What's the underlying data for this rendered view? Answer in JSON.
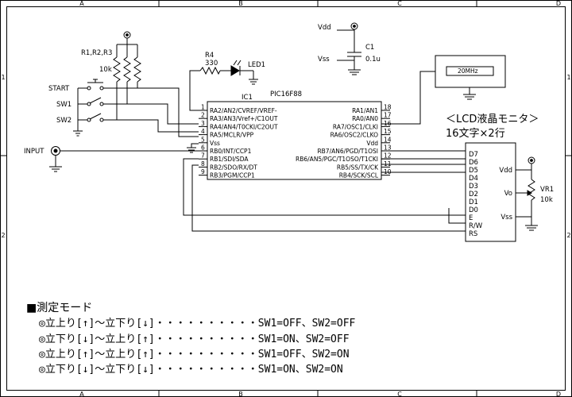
{
  "frame": {
    "col_labels": [
      "A",
      "B",
      "C",
      "D"
    ],
    "row_labels": [
      "1",
      "2"
    ]
  },
  "supplies": {
    "vdd": "Vdd",
    "vss": "Vss"
  },
  "components": {
    "resistor_network": {
      "ref": "R1,R2,R3",
      "value": "10k"
    },
    "r4": {
      "ref": "R4",
      "value": "330"
    },
    "led1": {
      "ref": "LED1"
    },
    "c1": {
      "ref": "C1",
      "value": "0.1u"
    },
    "crystal": {
      "value": "20MHz"
    },
    "vr1": {
      "ref": "VR1",
      "value": "10k"
    },
    "ic1": {
      "ref": "IC1",
      "part": "PIC16F88"
    }
  },
  "inputs": {
    "start": "START",
    "sw1": "SW1",
    "sw2": "SW2",
    "input": "INPUT"
  },
  "ic_pins_left": [
    {
      "num": "1",
      "name": "RA2/AN2/CVREF/VREF-"
    },
    {
      "num": "2",
      "name": "RA3/AN3/Vref+/C1OUT"
    },
    {
      "num": "3",
      "name": "RA4/AN4/T0CKI/C2OUT"
    },
    {
      "num": "4",
      "name": "RA5/MCLR/VPP"
    },
    {
      "num": "5",
      "name": "Vss"
    },
    {
      "num": "6",
      "name": "RB0/INT/CCP1"
    },
    {
      "num": "7",
      "name": "RB1/SDI/SDA"
    },
    {
      "num": "8",
      "name": "RB2/SDO/RX/DT"
    },
    {
      "num": "9",
      "name": "RB3/PGM/CCP1"
    }
  ],
  "ic_pins_right": [
    {
      "num": "18",
      "name": "RA1/AN1"
    },
    {
      "num": "17",
      "name": "RA0/AN0"
    },
    {
      "num": "16",
      "name": "RA7/OSC1/CLKI"
    },
    {
      "num": "15",
      "name": "RA6/OSC2/CLKO"
    },
    {
      "num": "14",
      "name": "Vdd"
    },
    {
      "num": "13",
      "name": "RB7/AN6/PGD/T1OSI"
    },
    {
      "num": "12",
      "name": "RB6/AN5/PGC/T1OSO/T1CKI"
    },
    {
      "num": "11",
      "name": "RB5/SS/TX/CK"
    },
    {
      "num": "10",
      "name": "RB4/SCK/SCL"
    }
  ],
  "lcd": {
    "title": "＜LCD液晶モニタ＞",
    "subtitle": "16文字×2行",
    "pins_left": [
      "D7",
      "D6",
      "D5",
      "D4",
      "D3",
      "D2",
      "D1",
      "D0",
      "E",
      "R/W",
      "RS"
    ],
    "pins_right": [
      "Vdd",
      "Vo",
      "Vss"
    ]
  },
  "notes": {
    "title": "■測定モード",
    "lines": [
      "◎立上り[↑]～立下り[↓]・・・・・・・・・・SW1=OFF、SW2=OFF",
      "◎立下り[↓]～立上り[↑]・・・・・・・・・・SW1=ON、SW2=OFF",
      "◎立上り[↑]～立上り[↑]・・・・・・・・・・SW1=OFF、SW2=ON",
      "◎立下り[↓]～立下り[↓]・・・・・・・・・・SW1=ON、SW2=ON"
    ]
  }
}
